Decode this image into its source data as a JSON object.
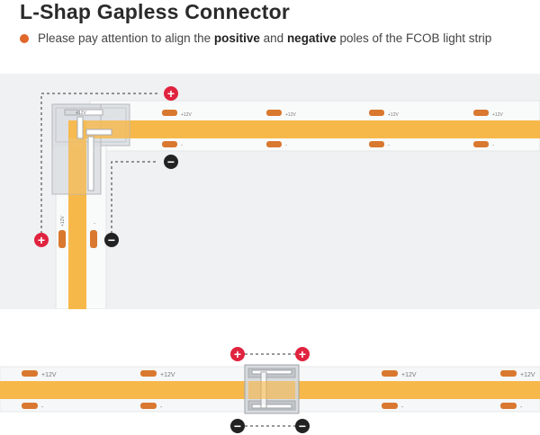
{
  "title": "L-Shap Gapless Connector",
  "note": {
    "prefix": "Please pay attention to align the ",
    "positive": "positive",
    "middle": " and ",
    "negative": "negative",
    "suffix": " poles of the FCOB light strip"
  },
  "labels": {
    "plus_voltage": "+12V",
    "minus_sign": "-"
  },
  "symbols": {
    "plus": "+",
    "minus": "−"
  },
  "colors": {
    "strip_yellow": "#f7b84a",
    "pad_orange": "#d9782f",
    "positive_red": "#e0233e",
    "negative_black": "#222222",
    "bullet_orange": "#e0662a"
  }
}
